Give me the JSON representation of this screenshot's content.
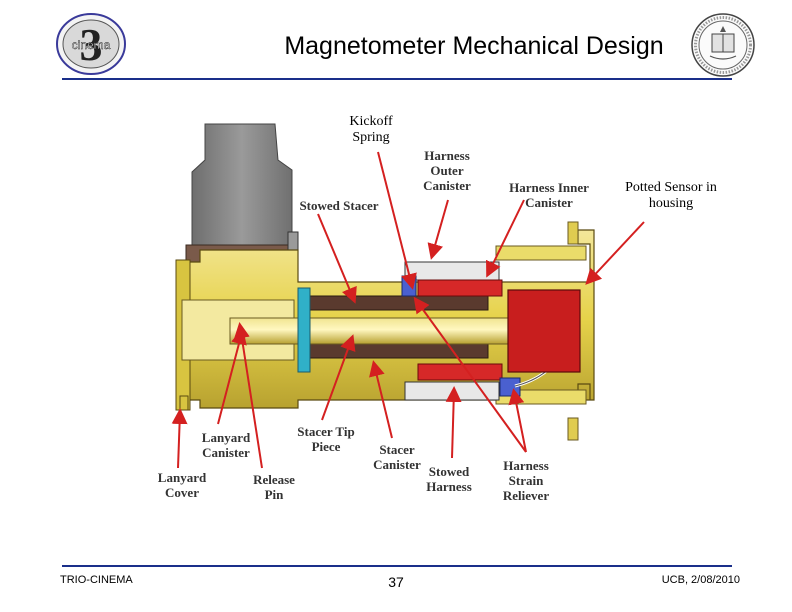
{
  "header": {
    "title": "Magnetometer Mechanical Design",
    "left_logo_text": "cinema",
    "left_logo_numeral": "3"
  },
  "labels": {
    "kickoff_spring": "Kickoff\nSpring",
    "harness_outer_canister": "Harness\nOuter\nCanister",
    "harness_inner_canister": "Harness Inner\nCanister",
    "potted_sensor": "Potted Sensor in\nhousing",
    "stowed_stacer": "Stowed Stacer",
    "lanyard_canister": "Lanyard\nCanister",
    "stacer_tip_piece": "Stacer Tip\nPiece",
    "stacer_canister": "Stacer\nCanister",
    "stowed_harness": "Stowed\nHarness",
    "harness_strain_reliever": "Harness\nStrain\nReliever",
    "lanyard_cover": "Lanyard\nCover",
    "release_pin": "Release\nPin"
  },
  "footer": {
    "left": "TRIO-CINEMA",
    "page": "37",
    "right": "UCB, 2/08/2010"
  },
  "colors": {
    "rule": "#1a2f8a",
    "arrow": "#d42020",
    "housing_yellow": "#e8d84a",
    "stacer_brown": "#6b4a3a",
    "sensor_red": "#c81e1e",
    "bracket_gray": "#8a8a8a"
  }
}
